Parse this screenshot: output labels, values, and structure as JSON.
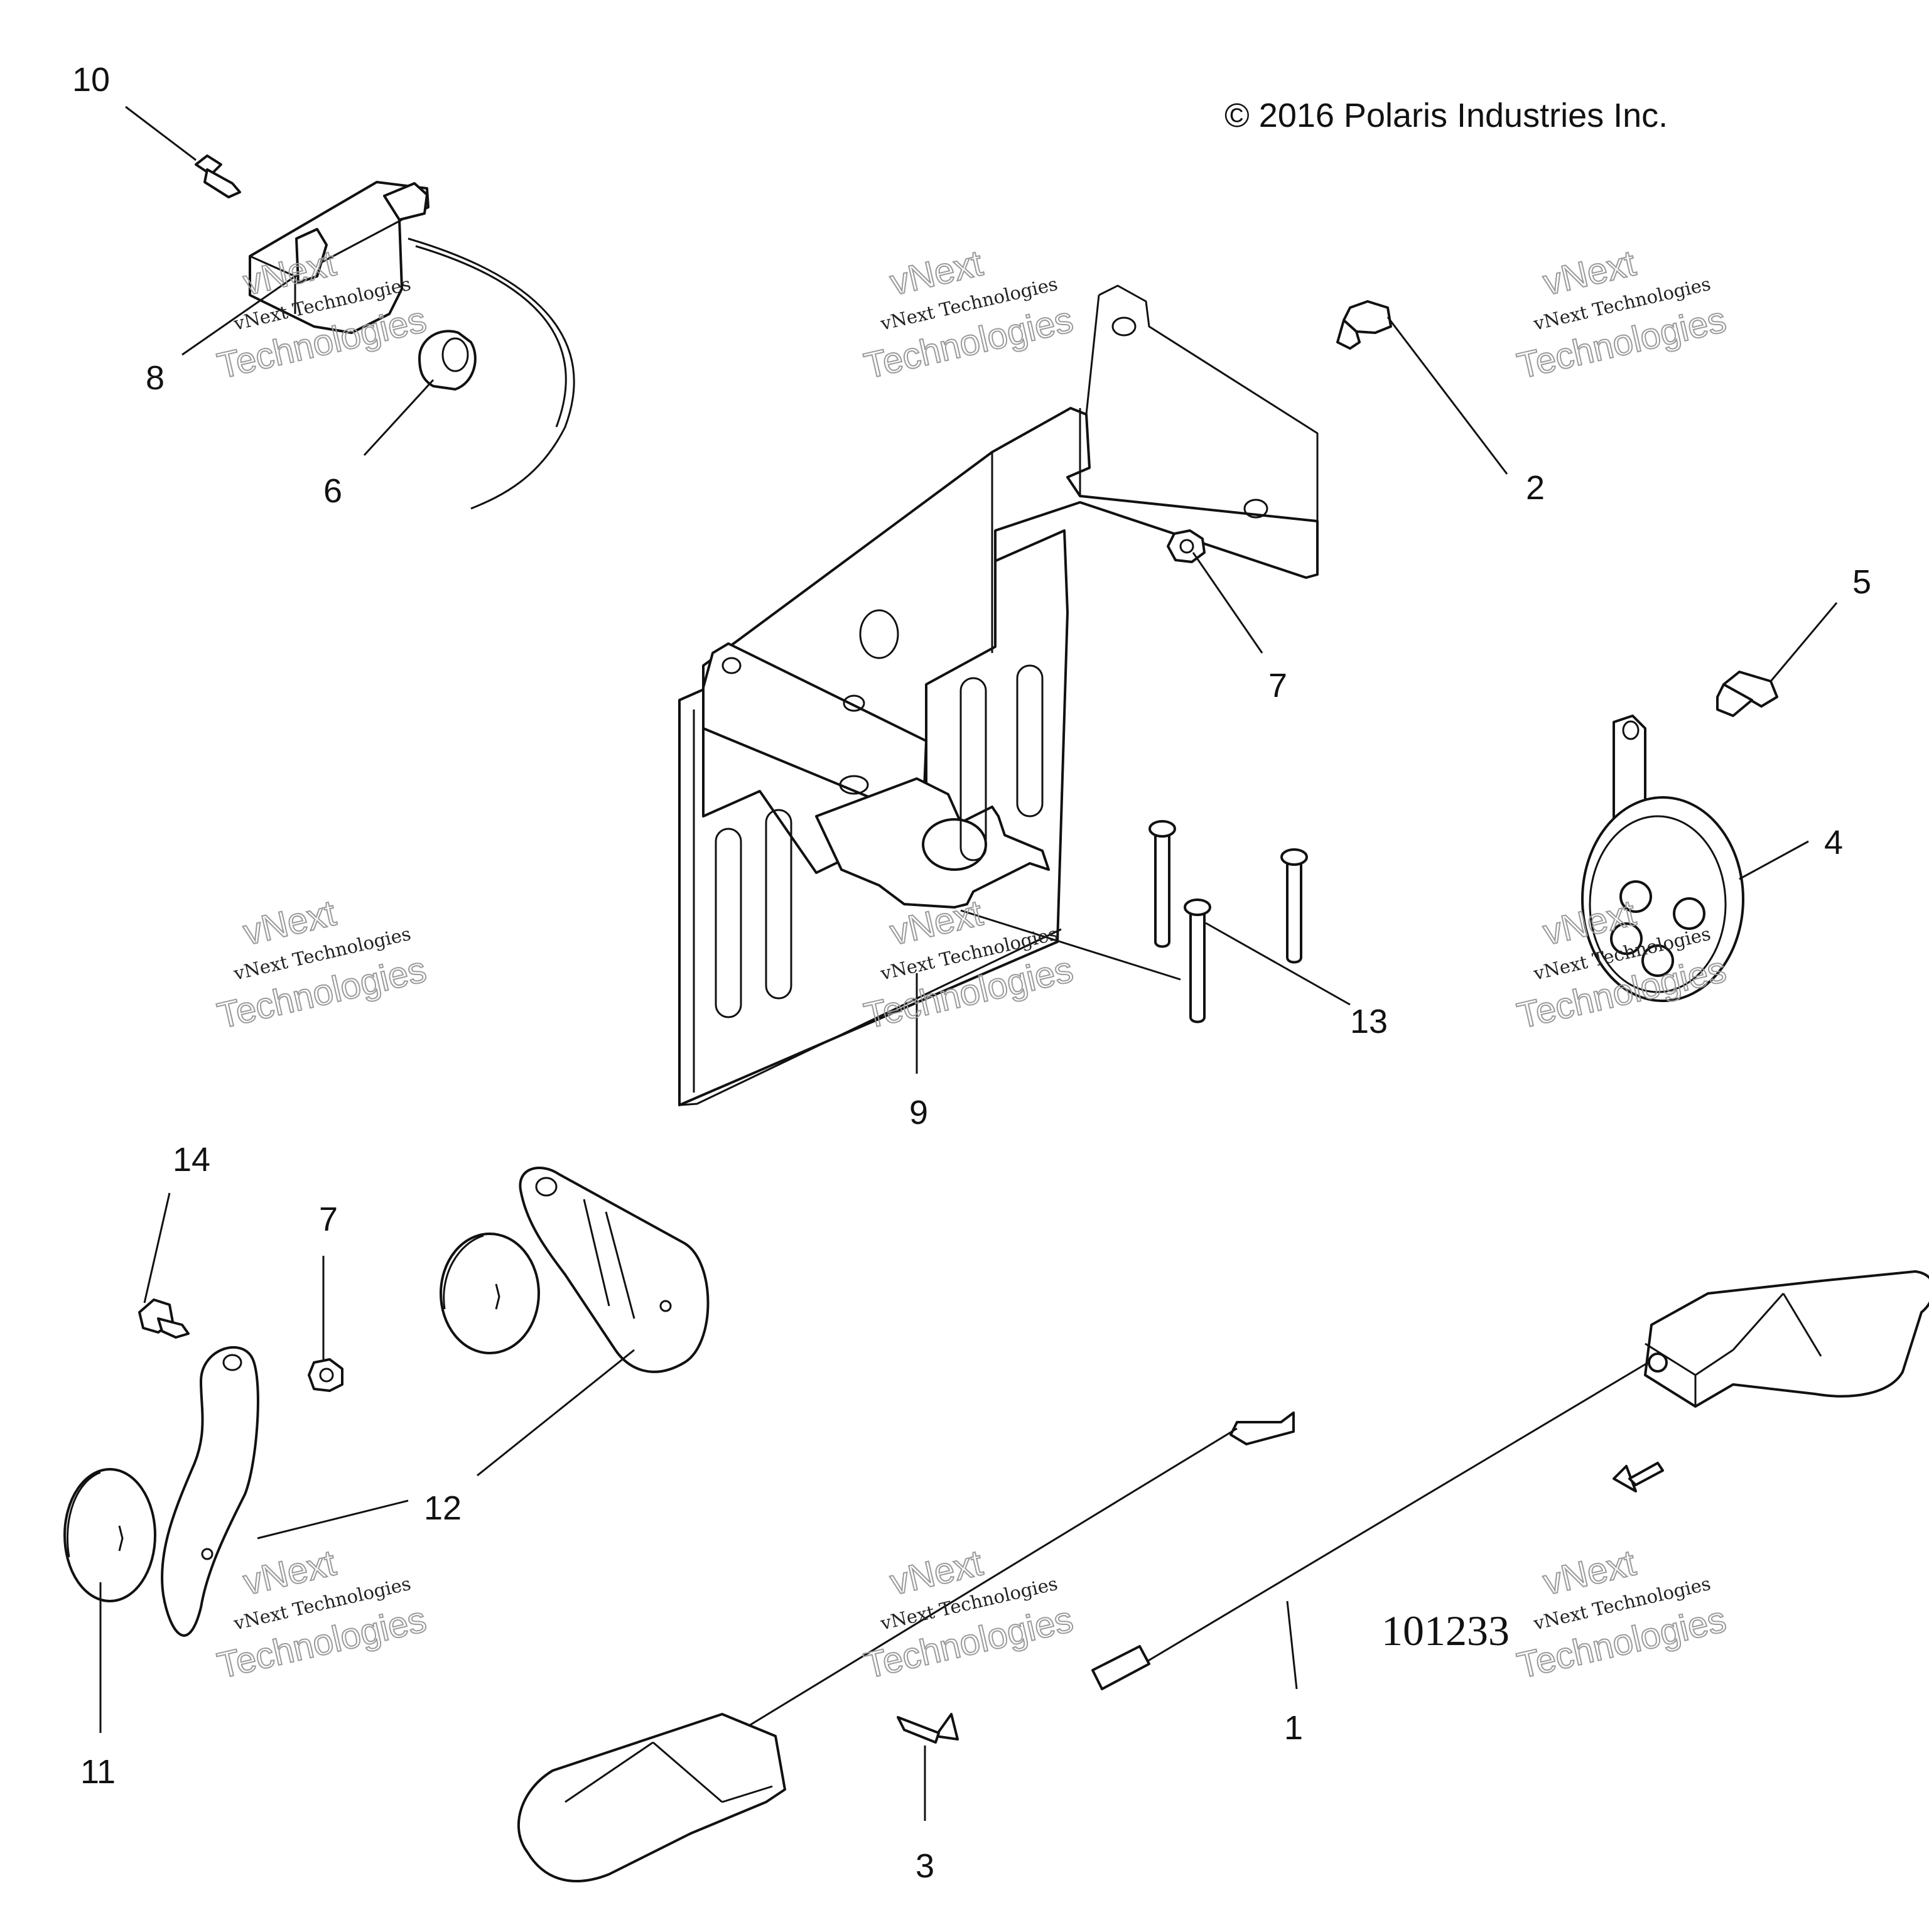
{
  "copyright": "© 2016  Polaris Industries Inc.",
  "diagram_number": "101233",
  "watermark": {
    "line1": "vNext Technologies",
    "line2": "vNext",
    "line3": "Technologies"
  },
  "callouts": {
    "c1": "1",
    "c2": "2",
    "c3": "3",
    "c4": "4",
    "c5": "5",
    "c6": "6",
    "c7a": "7",
    "c7b": "7",
    "c8": "8",
    "c9": "9",
    "c10": "10",
    "c11": "11",
    "c12": "12",
    "c13": "13",
    "c14": "14"
  }
}
